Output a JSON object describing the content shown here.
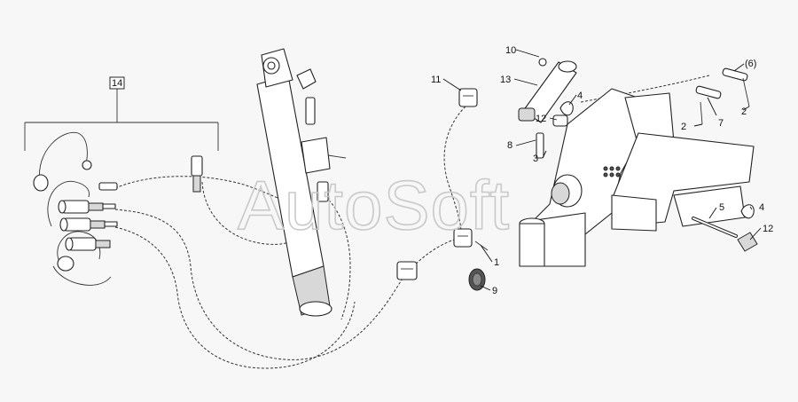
{
  "diagram": {
    "watermark": "AutoSoft",
    "callouts": {
      "c1": "1",
      "c2a": "2",
      "c2b": "2",
      "c3": "3",
      "c4a": "4",
      "c4b": "4",
      "c5": "5",
      "c6": "(6)",
      "c7": "7",
      "c8": "8",
      "c9": "9",
      "c10": "10",
      "c11": "11",
      "c12a": "12",
      "c12b": "12",
      "c13": "13",
      "c14": "14"
    }
  }
}
